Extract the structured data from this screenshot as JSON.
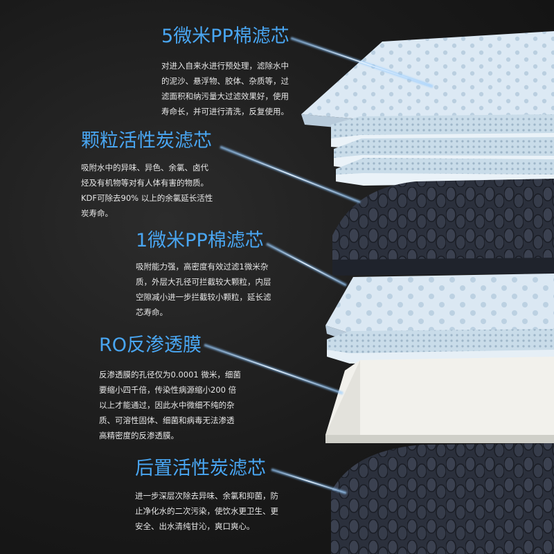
{
  "colors": {
    "title": "#49a6f2",
    "body_text": "#e6e6e6",
    "background": "#1a1a1a",
    "pp_sheet": "#dbe9f4",
    "carbon_mat": "#323846",
    "ro_membrane": "#f0efe9"
  },
  "layers": [
    {
      "title": "5微米PP棉滤芯",
      "desc": [
        "对进入自来水进行预处理，滤除水中",
        "的泥沙、悬浮物、胶体、杂质等，过",
        "滤面积和纳污量大过滤效果好，使用",
        "寿命长，并可进行清洗，反复使用。"
      ]
    },
    {
      "title": "颗粒活性炭滤芯",
      "desc": [
        "吸附水中的异味、异色、余氯、卤代",
        "烃及有机物等对有人体有害的物质。",
        "KDF可除去90% 以上的余氯延长活性",
        "炭寿命。"
      ]
    },
    {
      "title": "1微米PP棉滤芯",
      "desc": [
        "吸附能力强，高密度有效过滤1微米杂",
        "质，外层大孔径可拦截较大颗粒，内层",
        "空隙减小进一步拦截较小颗粒，延长滤",
        "芯寿命。"
      ]
    },
    {
      "title": "RO反渗透膜",
      "desc": [
        "反渗透膜的孔径仅为0.0001 微米，细菌",
        "要缩小四千倍，传染性病源缩小200 倍",
        "以上才能通过，因此水中微细不纯的杂",
        "质、可溶性固体、细菌和病毒无法渗透",
        "高精密度的反渗透膜。"
      ]
    },
    {
      "title": "后置活性炭滤芯",
      "desc": [
        "进一步深层次除去异味、余氯和抑菌，防",
        "止净化水的二次污染，使饮水更卫生、更",
        "安全、出水清纯甘沁，爽口爽心。"
      ]
    }
  ]
}
